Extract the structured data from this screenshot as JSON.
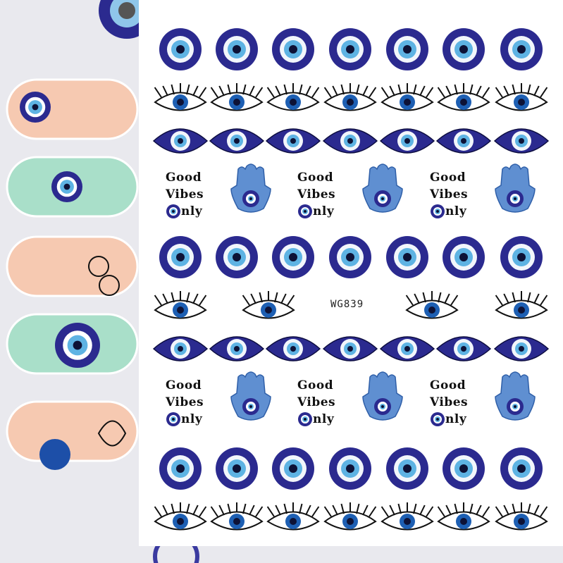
{
  "sheet": {
    "code": "WG839",
    "phrase": {
      "line1": "Good",
      "line2": "Vibes",
      "line3_suffix": "nly"
    }
  },
  "colors": {
    "navy": "#2b2a8f",
    "white_ring": "#f2f6fb",
    "light_blue": "#5eb3e3",
    "pupil": "#0d1236",
    "hamsa": "#5f8fd1",
    "nail_peach": "#f6c9b1",
    "nail_mint": "#a9dfc9"
  }
}
